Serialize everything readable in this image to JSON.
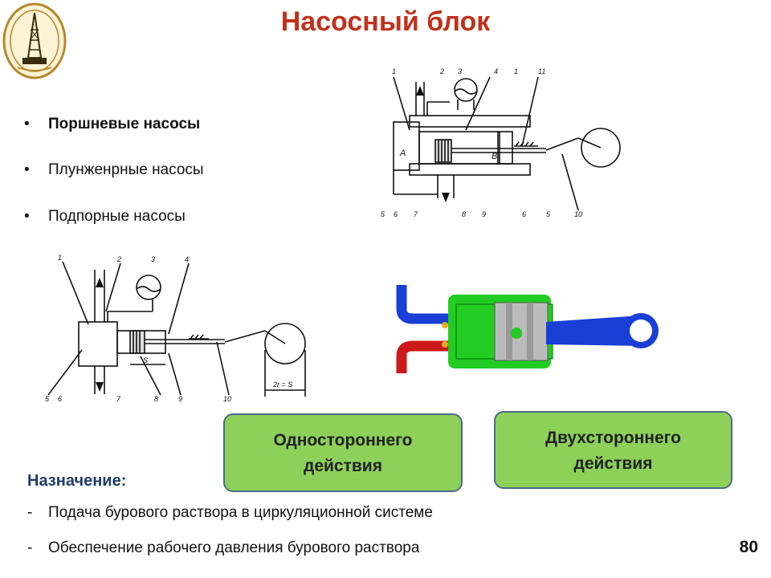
{
  "title": "Насосный блок",
  "bullets": [
    {
      "text": "Поршневые насосы",
      "bold": true
    },
    {
      "text": "Плунженрные насосы",
      "bold": false
    },
    {
      "text": "Подпорные насосы",
      "bold": false
    }
  ],
  "diagram_top_labels": [
    "1",
    "2",
    "3",
    "4",
    "1",
    "11",
    "A",
    "B",
    "5",
    "6",
    "7",
    "8",
    "9",
    "6",
    "5",
    "10"
  ],
  "diagram_bottom_labels": [
    "1",
    "2",
    "3",
    "4",
    "5",
    "6",
    "7",
    "8",
    "9",
    "10",
    "S",
    "2r = S"
  ],
  "boxes": {
    "single_line1": "Одностороннего",
    "single_line2": "действия",
    "double_line1": "Двухстороннего",
    "double_line2": "действия"
  },
  "purpose": {
    "title": "Назначение:",
    "items": [
      "Подача бурового раствора в циркуляционной системе",
      "Обеспечение рабочего давления бурового раствора"
    ]
  },
  "page_number": "80",
  "colors": {
    "title": "#c0311c",
    "box_fill": "#8dd05a",
    "box_border": "#4a6b8a",
    "purpose_title": "#1f3b68",
    "pump_green": "#22cc22",
    "pipe_blue": "#1a3fd6",
    "pipe_red": "#cc1a1a",
    "logo_gold": "#b8862a"
  }
}
